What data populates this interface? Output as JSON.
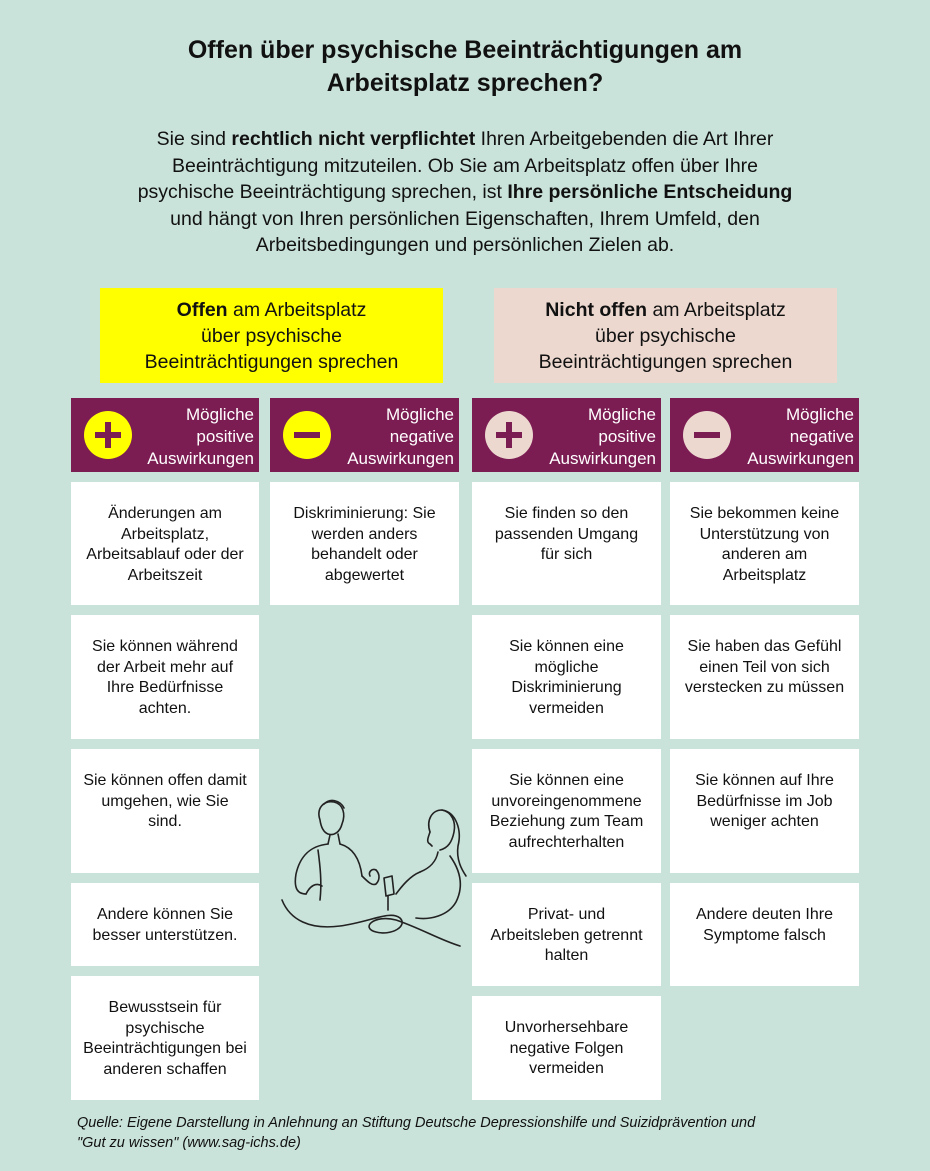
{
  "title": {
    "line1": "Offen über psychische Beeinträchtigungen am",
    "line2": "Arbeitsplatz sprechen?"
  },
  "intro": {
    "t1": "Sie sind ",
    "b1": "rechtlich nicht verpflichtet",
    "t2": " Ihren Arbeitgebenden die Art Ihrer Beeinträchtigung mitzuteilen. Ob Sie am Arbeitsplatz offen über Ihre psychische Beeinträchtigung sprechen, ist ",
    "b2": "Ihre persönliche Entscheidung",
    "t3": " und hängt von Ihren persönlichen Eigenschaften, Ihrem Umfeld, den Arbeitsbedingungen und persönlichen Zielen ab."
  },
  "categories": {
    "open": {
      "bold": "Offen",
      "rest1": " am Arbeitsplatz",
      "line2": "über psychische",
      "line3": "Beeinträchtigungen sprechen"
    },
    "not_open": {
      "bold": "Nicht offen",
      "rest1": " am Arbeitsplatz",
      "line2": "über psychische",
      "line3": "Beeinträchtigungen sprechen"
    }
  },
  "headers": {
    "pos_line1": "Mögliche",
    "pos_line2": "positive",
    "pos_line3": "Auswirkungen",
    "neg_line1": "Mögliche",
    "neg_line2": "negative",
    "neg_line3": "Auswirkungen"
  },
  "columns": {
    "open_positive": [
      "Änderungen am Arbeitsplatz, Arbeitsablauf oder der Arbeitszeit",
      "Sie können während der Arbeit mehr auf Ihre Bedürfnisse achten.",
      "Sie können offen damit umgehen, wie Sie sind.",
      "Andere können Sie besser unterstützen.",
      "Bewusstsein für psychische Beeinträchtigungen bei anderen schaffen"
    ],
    "open_negative": [
      "Diskriminierung: Sie werden anders behandelt oder abgewertet"
    ],
    "notopen_positive": [
      "Sie finden so den passenden Umgang für sich",
      "Sie können eine mögliche Diskriminierung vermeiden",
      "Sie können eine unvoreingenommene Beziehung zum Team aufrechterhalten",
      "Privat- und Arbeitsleben getrennt halten",
      "Unvorhersehbare negative Folgen vermeiden"
    ],
    "notopen_negative": [
      "Sie bekommen keine Unterstützung von anderen am Arbeitsplatz",
      "Sie haben das Gefühl einen Teil von sich verstecken zu müssen",
      "Sie können auf Ihre Bedürfnisse im Job weniger achten",
      "Andere deuten Ihre Symptome falsch"
    ]
  },
  "source": {
    "line1": "Quelle: Eigene Darstellung in Anlehnung an Stiftung Deutsche Depressionshilfe und Suizidprävention und",
    "line2": "\"Gut zu wissen\" (www.sag-ichs.de)"
  },
  "colors": {
    "background": "#c9e2da",
    "header": "#7b1c52",
    "open_box": "#ffff00",
    "not_open_box": "#ecd8cf"
  }
}
